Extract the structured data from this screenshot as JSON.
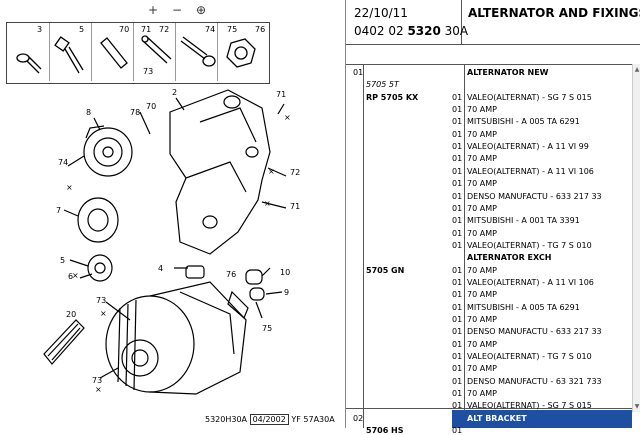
{
  "toolbar": {
    "zoom_in": "+",
    "zoom_out": "−",
    "zoom_fit": "⊕"
  },
  "parts_strip": [
    "3",
    "5",
    "70",
    "71",
    "72",
    "74",
    "75",
    "76",
    "73"
  ],
  "callouts": [
    "8",
    "70",
    "78",
    "2",
    "74",
    "7",
    "5",
    "6",
    "4",
    "20",
    "73",
    "73",
    "76",
    "10",
    "9",
    "75",
    "71",
    "72",
    "71"
  ],
  "footer": {
    "code": "5320H30A",
    "date": "04/2002",
    "ref": "YF 57A30A"
  },
  "header": {
    "date": "22/10/11",
    "ref_prefix": "0402 02 ",
    "ref_bold": "5320",
    "ref_suffix": " 30A",
    "title": "ALTERNATOR AND FIXINGS"
  },
  "rows": [
    {
      "c01": "01",
      "name": "",
      "qty": "",
      "desc": "ALTERNATOR NEW",
      "desc_bold": true
    },
    {
      "c01": "",
      "name": "5705 5T",
      "name_ital": true,
      "qty": "",
      "desc": ""
    },
    {
      "c01": "",
      "name": "RP 5705 KX",
      "name_bold": true,
      "qty": "01",
      "desc": "VALEO(ALTERNAT) - SG 7 S 015"
    },
    {
      "c01": "",
      "name": "",
      "qty": "01",
      "desc": "70 AMP"
    },
    {
      "c01": "",
      "name": "",
      "qty": "01",
      "desc": "MITSUBISHI - A 005 TA 6291"
    },
    {
      "c01": "",
      "name": "",
      "qty": "01",
      "desc": "70 AMP"
    },
    {
      "c01": "",
      "name": "",
      "qty": "01",
      "desc": "VALEO(ALTERNAT) - A 11 VI 99"
    },
    {
      "c01": "",
      "name": "",
      "qty": "01",
      "desc": "70 AMP"
    },
    {
      "c01": "",
      "name": "",
      "qty": "01",
      "desc": "VALEO(ALTERNAT) - A 11 VI 106"
    },
    {
      "c01": "",
      "name": "",
      "qty": "01",
      "desc": "70 AMP"
    },
    {
      "c01": "",
      "name": "",
      "qty": "01",
      "desc": "DENSO MANUFACTU - 633 217 33"
    },
    {
      "c01": "",
      "name": "",
      "qty": "01",
      "desc": "70 AMP"
    },
    {
      "c01": "",
      "name": "",
      "qty": "01",
      "desc": "MITSUBISHI - A 001 TA 3391"
    },
    {
      "c01": "",
      "name": "",
      "qty": "01",
      "desc": "70 AMP"
    },
    {
      "c01": "",
      "name": "",
      "qty": "01",
      "desc": "VALEO(ALTERNAT) - TG 7 S 010"
    },
    {
      "c01": "",
      "name": "",
      "qty": "",
      "desc": "ALTERNATOR EXCH",
      "desc_bold": true
    },
    {
      "c01": "",
      "name": "5705 GN",
      "name_bold": true,
      "qty": "01",
      "desc": "70 AMP"
    },
    {
      "c01": "",
      "name": "",
      "qty": "01",
      "desc": "VALEO(ALTERNAT) - A 11 VI 106"
    },
    {
      "c01": "",
      "name": "",
      "qty": "01",
      "desc": "70 AMP"
    },
    {
      "c01": "",
      "name": "",
      "qty": "01",
      "desc": "MITSUBISHI - A 005 TA 6291"
    },
    {
      "c01": "",
      "name": "",
      "qty": "01",
      "desc": "70 AMP"
    },
    {
      "c01": "",
      "name": "",
      "qty": "01",
      "desc": "DENSO MANUFACTU - 633 217 33"
    },
    {
      "c01": "",
      "name": "",
      "qty": "01",
      "desc": "70 AMP"
    },
    {
      "c01": "",
      "name": "",
      "qty": "01",
      "desc": "VALEO(ALTERNAT) - TG 7 S 010"
    },
    {
      "c01": "",
      "name": "",
      "qty": "01",
      "desc": "70 AMP"
    },
    {
      "c01": "",
      "name": "",
      "qty": "01",
      "desc": "DENSO MANUFACTU - 63 321 733"
    },
    {
      "c01": "",
      "name": "",
      "qty": "01",
      "desc": "70 AMP"
    },
    {
      "c01": "",
      "name": "",
      "qty": "01",
      "desc": "VALEO(ALTERNAT) - SG 7 S 015"
    },
    {
      "c01": "02",
      "name": "",
      "qty": "",
      "desc": "ALT BRACKET",
      "desc_bold": true
    },
    {
      "c01": "",
      "name": "5706 HS",
      "name_bold": true,
      "qty": "01",
      "desc": ""
    }
  ]
}
